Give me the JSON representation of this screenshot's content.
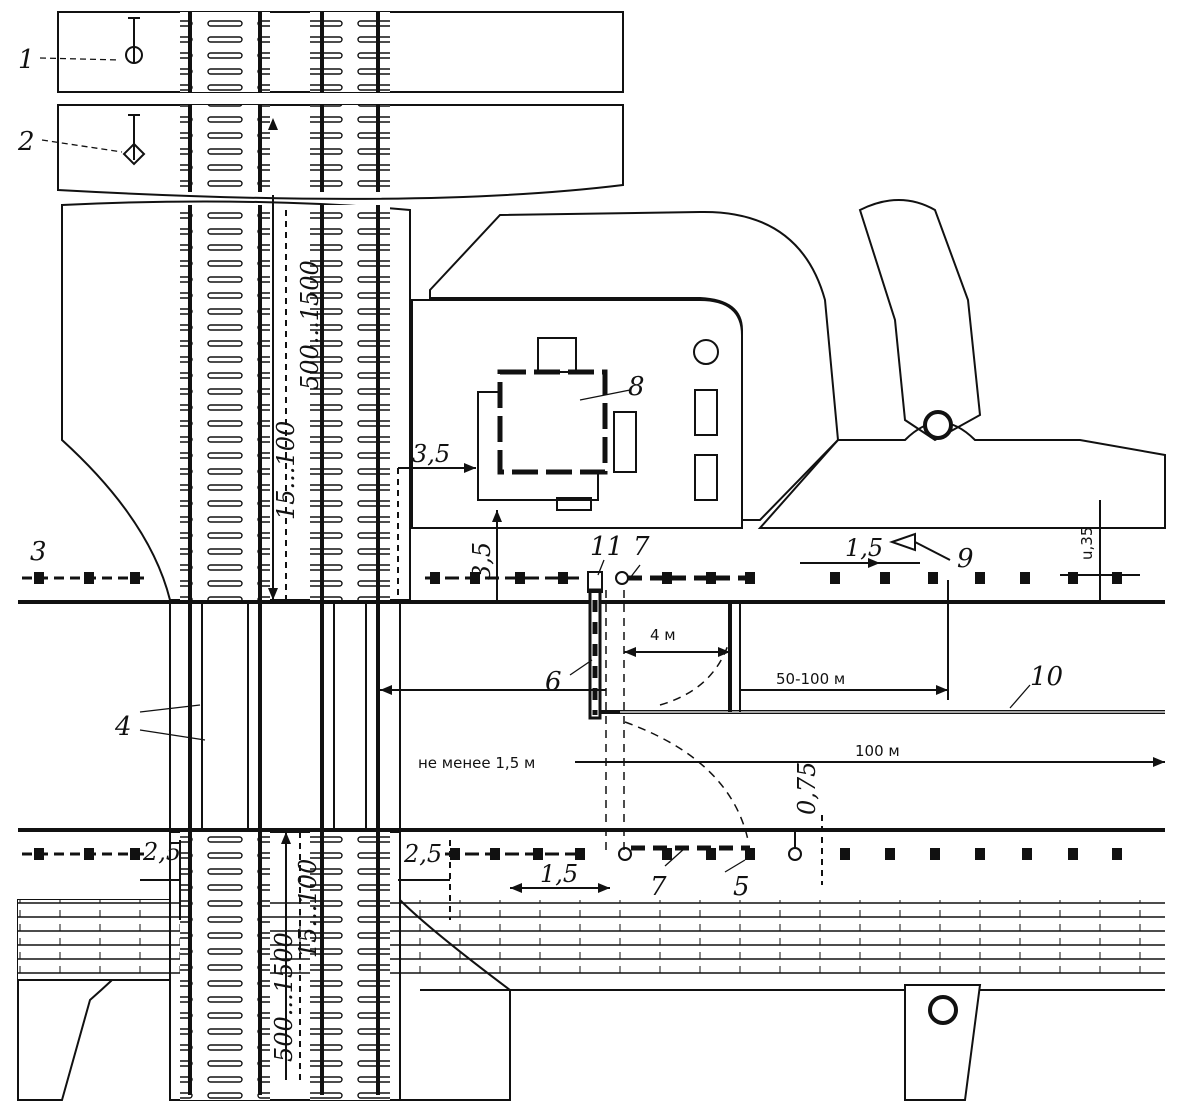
{
  "labels": {
    "n1": "1",
    "n2": "2",
    "n3": "3",
    "n4": "4",
    "n5": "5",
    "n6": "6",
    "n7a": "7",
    "n7b": "7",
    "n8": "8",
    "n9": "9",
    "n10": "10",
    "n11": "11"
  },
  "dimensions": {
    "d_15_100_top": "15...100",
    "d_500_1500_top": "500...1500",
    "d_3_5_h": "3,5",
    "d_3_5_v": "3,5",
    "d_1_5_top": "1,5",
    "d_u35": "u,35",
    "d_4m": "4 м",
    "d_50_100m": "50-100 м",
    "d_100m": "100 м",
    "d_not_less": "не менее 1,5 м",
    "d_0_75": "0,75",
    "d_2_5_left": "2,5",
    "d_2_5_right": "2,5",
    "d_1_5_bottom": "1,5",
    "d_500_1500_bottom": "500...1500",
    "d_15_100_bottom": "15...100"
  }
}
